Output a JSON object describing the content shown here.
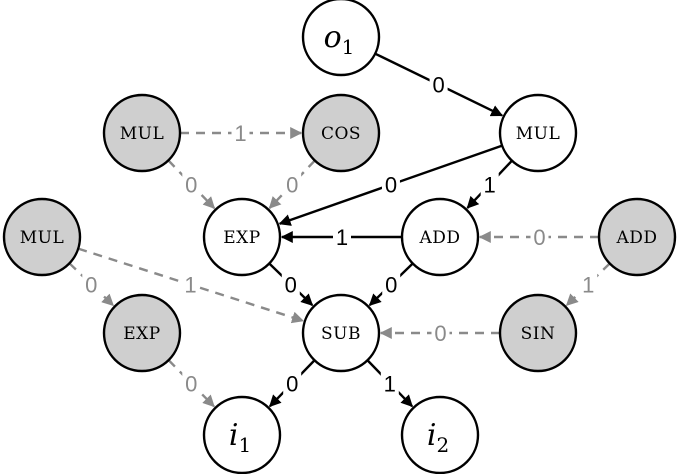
{
  "nodes": [
    {
      "id": "o1",
      "label": "o",
      "sub": "1",
      "math": true,
      "shaded": false
    },
    {
      "id": "mul_top",
      "label": "MUL",
      "shaded": false
    },
    {
      "id": "mul_g1",
      "label": "MUL",
      "shaded": true
    },
    {
      "id": "cos",
      "label": "COS",
      "shaded": true
    },
    {
      "id": "exp_w",
      "label": "EXP",
      "shaded": false
    },
    {
      "id": "add_w",
      "label": "ADD",
      "shaded": false
    },
    {
      "id": "add_g",
      "label": "ADD",
      "shaded": true
    },
    {
      "id": "mul_g2",
      "label": "MUL",
      "shaded": true
    },
    {
      "id": "sub",
      "label": "SUB",
      "shaded": false
    },
    {
      "id": "exp_g",
      "label": "EXP",
      "shaded": true
    },
    {
      "id": "sin",
      "label": "SIN",
      "shaded": true
    },
    {
      "id": "i1",
      "label": "i",
      "sub": "1",
      "math": true,
      "shaded": false
    },
    {
      "id": "i2",
      "label": "i",
      "sub": "2",
      "math": true,
      "shaded": false
    }
  ],
  "edges": [
    {
      "from": "o1",
      "to": "mul_top",
      "label": "0",
      "style": "solid"
    },
    {
      "from": "mul_g1",
      "to": "cos",
      "label": "1",
      "style": "dashed"
    },
    {
      "from": "mul_g1",
      "to": "exp_w",
      "label": "0",
      "style": "dashed"
    },
    {
      "from": "cos",
      "to": "exp_w",
      "label": "0",
      "style": "dashed"
    },
    {
      "from": "mul_top",
      "to": "exp_w",
      "label": "0",
      "style": "solid"
    },
    {
      "from": "mul_top",
      "to": "add_w",
      "label": "1",
      "style": "solid"
    },
    {
      "from": "add_w",
      "to": "exp_w",
      "label": "1",
      "style": "solid"
    },
    {
      "from": "add_g",
      "to": "add_w",
      "label": "0",
      "style": "dashed"
    },
    {
      "from": "add_g",
      "to": "sin",
      "label": "1",
      "style": "dashed"
    },
    {
      "from": "mul_g2",
      "to": "exp_g",
      "label": "0",
      "style": "dashed"
    },
    {
      "from": "mul_g2",
      "to": "sub",
      "label": "1",
      "style": "dashed"
    },
    {
      "from": "exp_w",
      "to": "sub",
      "label": "0",
      "style": "solid"
    },
    {
      "from": "add_w",
      "to": "sub",
      "label": "0",
      "style": "solid"
    },
    {
      "from": "sin",
      "to": "sub",
      "label": "0",
      "style": "dashed"
    },
    {
      "from": "exp_g",
      "to": "i1",
      "label": "0",
      "style": "dashed"
    },
    {
      "from": "sub",
      "to": "i1",
      "label": "0",
      "style": "solid"
    },
    {
      "from": "sub",
      "to": "i2",
      "label": "1",
      "style": "solid"
    }
  ]
}
